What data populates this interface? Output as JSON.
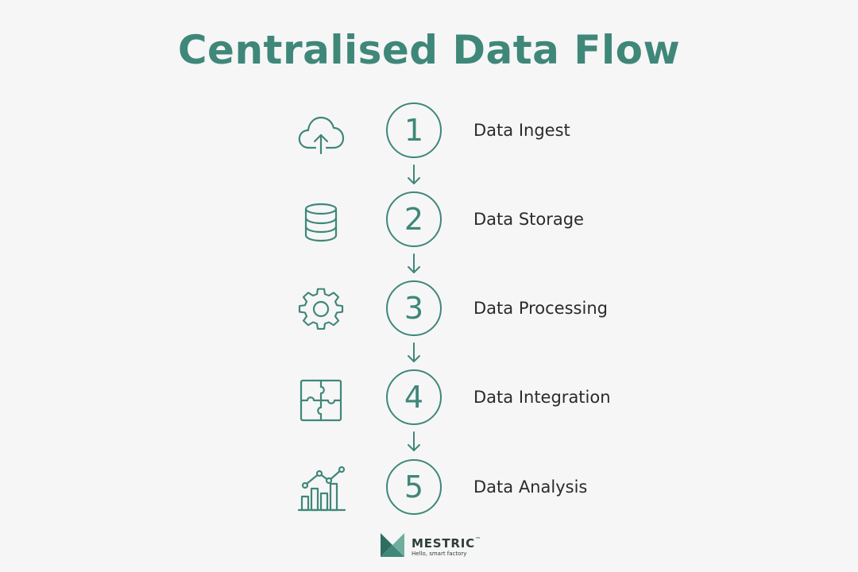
{
  "title": "Centralised Data Flow",
  "accent_color": "#3f8779",
  "steps": [
    {
      "number": "1",
      "label": "Data Ingest",
      "icon": "cloud-upload-icon"
    },
    {
      "number": "2",
      "label": "Data Storage",
      "icon": "database-icon"
    },
    {
      "number": "3",
      "label": "Data Processing",
      "icon": "gear-icon"
    },
    {
      "number": "4",
      "label": "Data Integration",
      "icon": "puzzle-icon"
    },
    {
      "number": "5",
      "label": "Data Analysis",
      "icon": "analytics-chart-icon"
    }
  ],
  "logo": {
    "name": "MESTRIC",
    "trademark": "™",
    "tagline": "Hello, smart factory"
  }
}
